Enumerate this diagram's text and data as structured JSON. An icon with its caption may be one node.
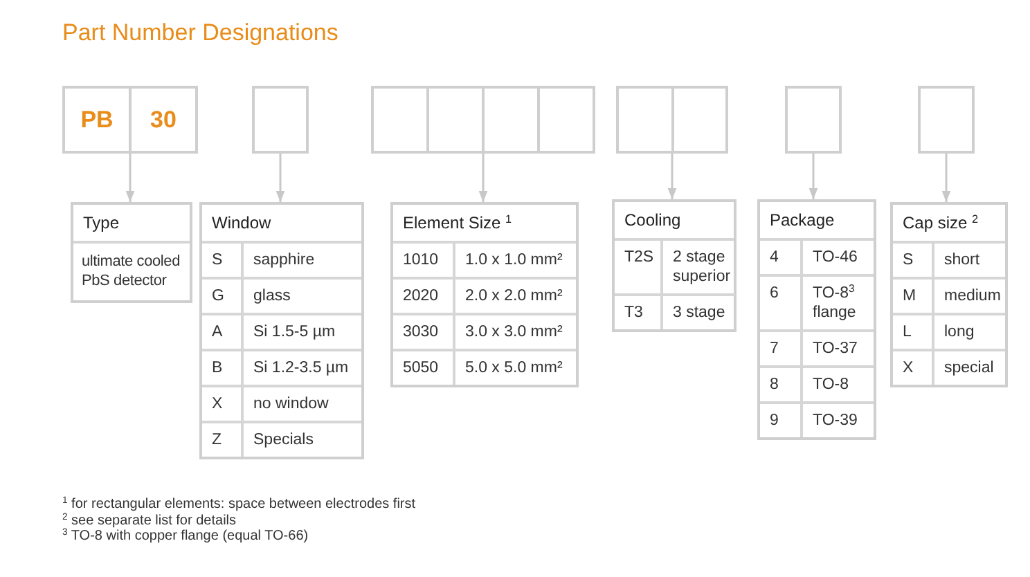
{
  "diagram": {
    "title": "Part Number Designations",
    "nodes": [
      {
        "text": [
          "PB",
          "30"
        ]
      },
      {
        "text": [],
        "shape": "box"
      },
      {
        "text": [],
        "shape": "box"
      },
      {
        "text": [],
        "shape": "box"
      },
      {
        "text": [],
        "shape": "box"
      },
      {
        "text": [],
        "shape": "box"
      },
      {
        "text": [
          "Type",
          "ultimate cooled PbS detector"
        ]
      },
      {
        "text": [
          "Window",
          "S",
          "sapphire",
          "G",
          "glass",
          "A",
          "Si 1.5-5 µm",
          "B",
          "Si 1.2-3.5 µm",
          "X",
          "no window",
          "Z",
          "Specials"
        ]
      },
      {
        "text": [
          "Element Size $^{1}$",
          "1010",
          "1.0 x 1.0 mm²",
          "2020",
          "2.0 x 2.0 mm²",
          "3030",
          "3.0 x 3.0 mm²",
          "5050",
          "5.0 x 5.0 mm²"
        ]
      },
      {
        "text": [
          "Cooling",
          "T2S",
          "2 stage superior",
          "T3",
          "3 stage"
        ]
      },
      {
        "text": [
          "Package",
          "4",
          "TO-46",
          "6",
          "TO-8$^{3}$ flange",
          "7",
          "TO-37",
          "8",
          "TO-8",
          "9",
          "TO-39"
        ]
      },
      {
        "text": [
          "Cap size $^{2}$",
          "S",
          "short",
          "M",
          "medium",
          "L",
          "long",
          "X",
          "special"
        ]
      }
    ],
    "edges": [
      {
        "from": 0,
        "to": 6,
        "arrow": "to"
      },
      {
        "from": 1,
        "to": 7,
        "arrow": "to"
      },
      {
        "from": 2,
        "to": 8,
        "arrow": "to"
      },
      {
        "from": 3,
        "to": 9,
        "arrow": "to"
      },
      {
        "from": 4,
        "to": 10,
        "arrow": "to"
      },
      {
        "from": 5,
        "to": 11,
        "arrow": "to"
      }
    ],
    "labels": [
      "$^{1}$ for rectangular elements: space between electrodes first",
      "$^{2}$ see separate list for details",
      "$^{3}$ TO-8 with copper flange (equal TO-66)"
    ]
  }
}
